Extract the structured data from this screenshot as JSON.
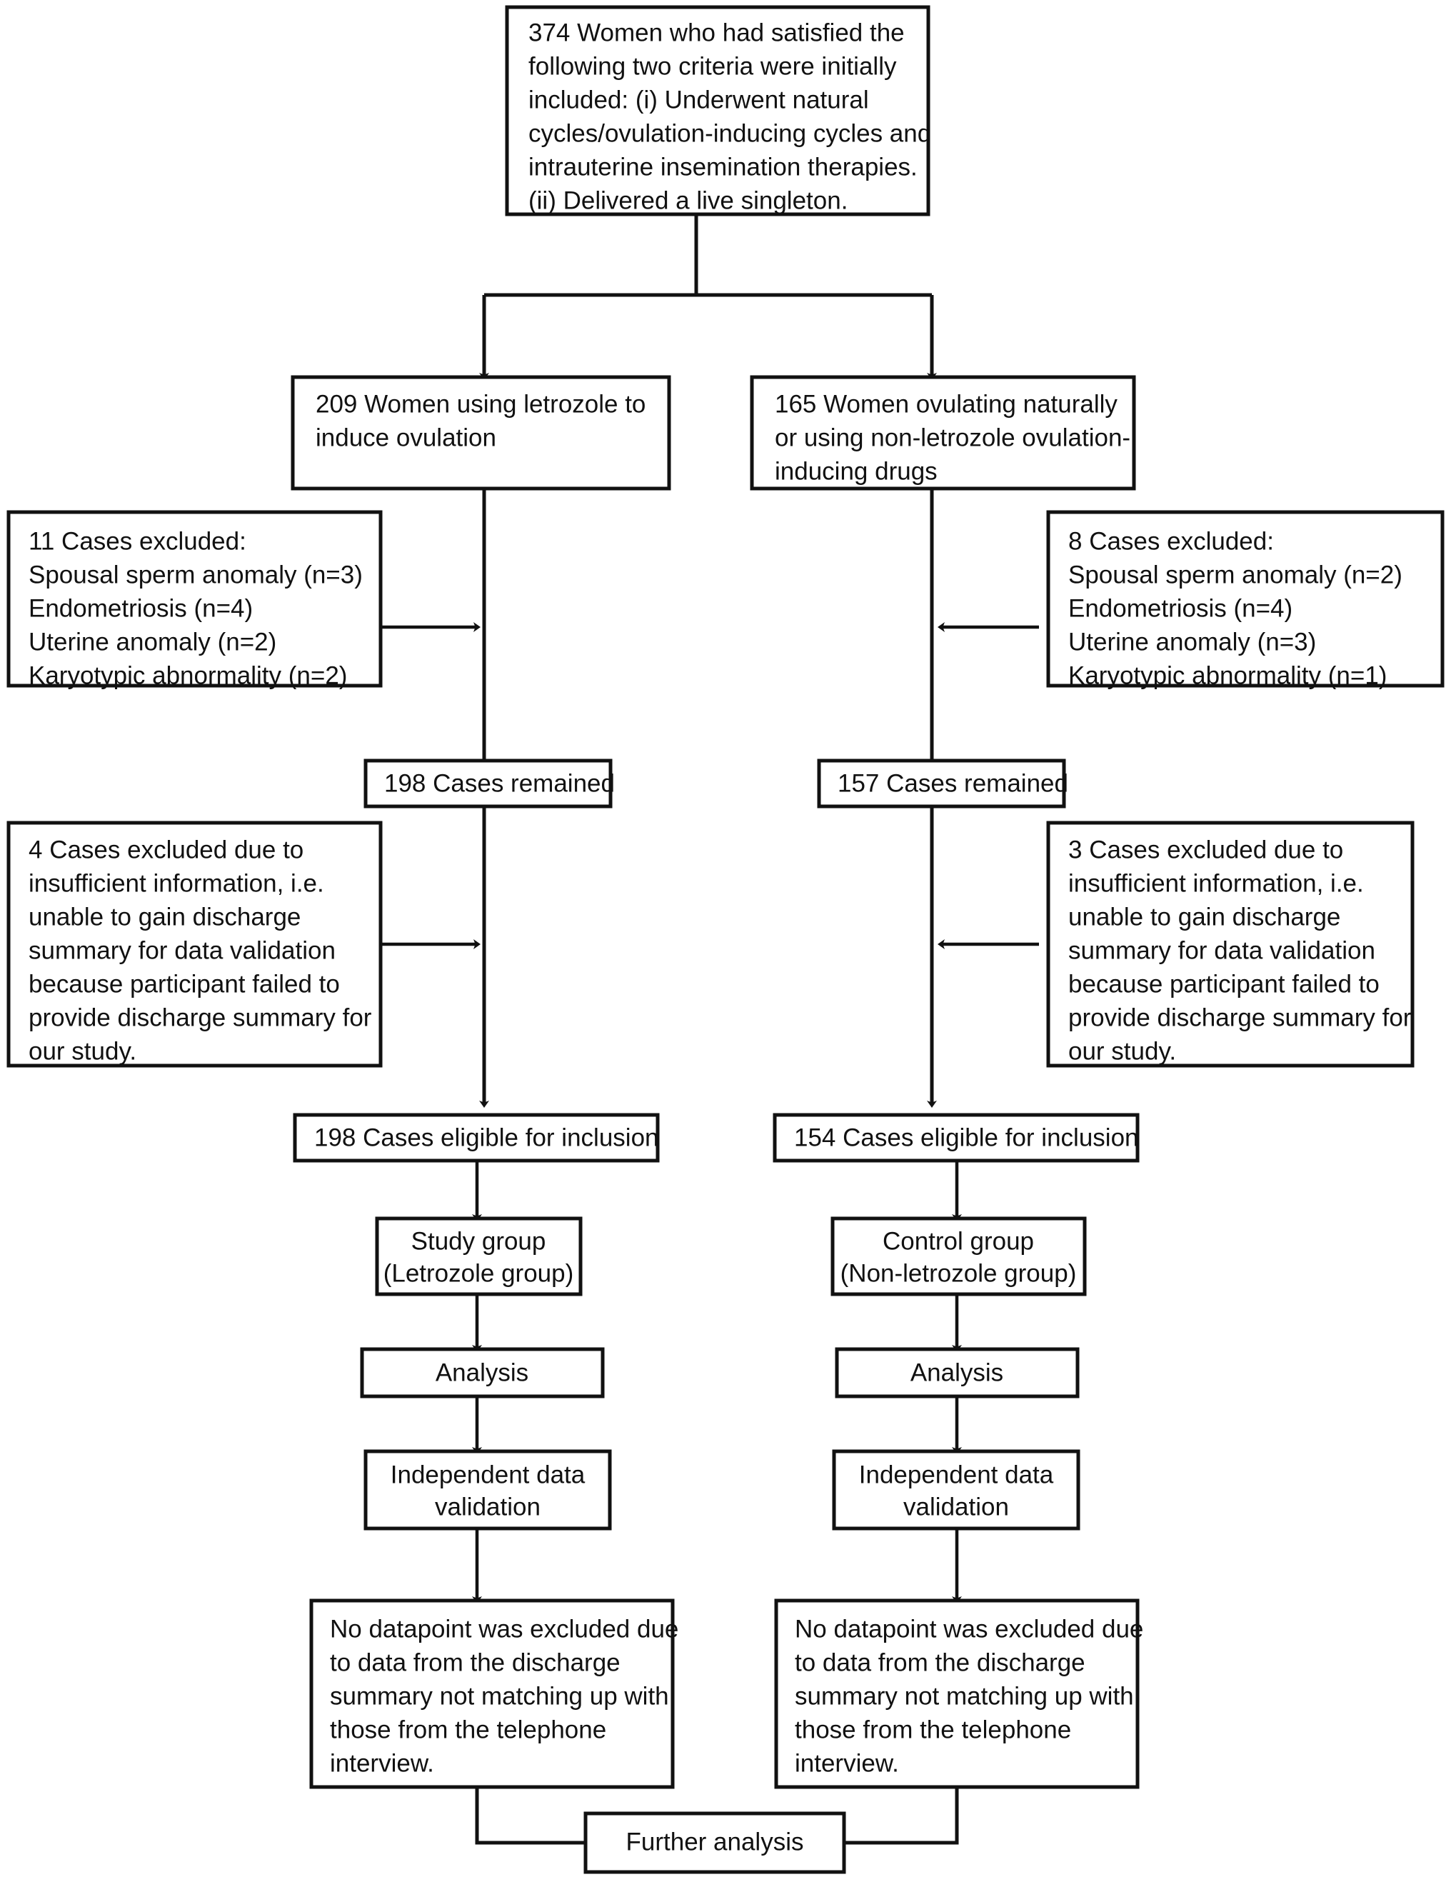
{
  "diagram": {
    "title": "Study participant flow diagram",
    "type": "flowchart",
    "stroke_color": "#111111",
    "background_color": "#ffffff"
  },
  "nodes": {
    "initial": {
      "id": "initial-cohort",
      "lines": [
        "374 Women who had satisfied the",
        "following two criteria were initially",
        "included: (i) Underwent natural",
        "cycles/ovulation-inducing cycles and",
        "intrauterine insemination therapies.",
        "(ii) Delivered a live singleton."
      ],
      "count": 374,
      "align": "left"
    },
    "left_group": {
      "id": "letrozole-arm",
      "lines": [
        "209 Women using letrozole to",
        "induce ovulation"
      ],
      "count": 209,
      "align": "left"
    },
    "right_group": {
      "id": "non-letrozole-arm",
      "lines": [
        "165 Women ovulating naturally",
        "or using non-letrozole ovulation-",
        "inducing drugs"
      ],
      "count": 165,
      "align": "left"
    },
    "left_excluded_1": {
      "id": "left-exclusions-clinical",
      "lines": [
        "11 Cases excluded:",
        "Spousal sperm anomaly (n=3)",
        "Endometriosis (n=4)",
        "Uterine anomaly (n=2)",
        "Karyotypic abnormality (n=2)"
      ],
      "count": 11,
      "align": "left"
    },
    "right_excluded_1": {
      "id": "right-exclusions-clinical",
      "lines": [
        "8 Cases excluded:",
        "Spousal sperm anomaly (n=2)",
        "Endometriosis (n=4)",
        "Uterine anomaly (n=3)",
        "Karyotypic abnormality (n=1)"
      ],
      "count": 8,
      "align": "left"
    },
    "left_remained": {
      "id": "left-cases-remained",
      "lines": [
        "198 Cases remained"
      ],
      "count": 198,
      "align": "left"
    },
    "right_remained": {
      "id": "right-cases-remained",
      "lines": [
        "157 Cases remained"
      ],
      "count": 157,
      "align": "left"
    },
    "left_excluded_2": {
      "id": "left-exclusions-information",
      "lines": [
        "4 Cases excluded due to",
        "insufficient information, i.e.",
        "unable to gain discharge",
        "summary for data validation",
        "because participant failed to",
        "provide discharge summary for",
        "our study."
      ],
      "count": 4,
      "align": "left"
    },
    "right_excluded_2": {
      "id": "right-exclusions-information",
      "lines": [
        "3 Cases excluded due to",
        "insufficient information, i.e.",
        "unable to gain discharge",
        "summary for data validation",
        "because participant failed to",
        "provide discharge summary for",
        "our study."
      ],
      "count": 3,
      "align": "left"
    },
    "left_eligible": {
      "id": "left-cases-eligible",
      "lines": [
        "198 Cases eligible for inclusion"
      ],
      "count": 198,
      "align": "left"
    },
    "right_eligible": {
      "id": "right-cases-eligible",
      "lines": [
        "154 Cases eligible for inclusion"
      ],
      "count": 154,
      "align": "left"
    },
    "left_arm_label": {
      "id": "study-group",
      "lines": [
        "Study group",
        "(Letrozole group)"
      ],
      "align": "center"
    },
    "right_arm_label": {
      "id": "control-group",
      "lines": [
        "Control group",
        "(Non-letrozole group)"
      ],
      "align": "center"
    },
    "left_analysis": {
      "id": "left-analysis",
      "lines": [
        "Analysis"
      ],
      "align": "center"
    },
    "right_analysis": {
      "id": "right-analysis",
      "lines": [
        "Analysis"
      ],
      "align": "center"
    },
    "left_validation": {
      "id": "left-independent-validation",
      "lines": [
        "Independent data",
        "validation"
      ],
      "align": "center"
    },
    "right_validation": {
      "id": "right-independent-validation",
      "lines": [
        "Independent data",
        "validation"
      ],
      "align": "center"
    },
    "left_no_datapoint": {
      "id": "left-no-datapoint-excluded",
      "lines": [
        "No datapoint was excluded due",
        "to data from the discharge",
        "summary not matching up with",
        "those from the telephone",
        "interview."
      ],
      "align": "left"
    },
    "right_no_datapoint": {
      "id": "right-no-datapoint-excluded",
      "lines": [
        "No datapoint was excluded due",
        "to data from the discharge",
        "summary not matching up with",
        "those from the telephone",
        "interview."
      ],
      "align": "left"
    },
    "further": {
      "id": "further-analysis",
      "lines": [
        "Further analysis"
      ],
      "align": "center"
    }
  }
}
